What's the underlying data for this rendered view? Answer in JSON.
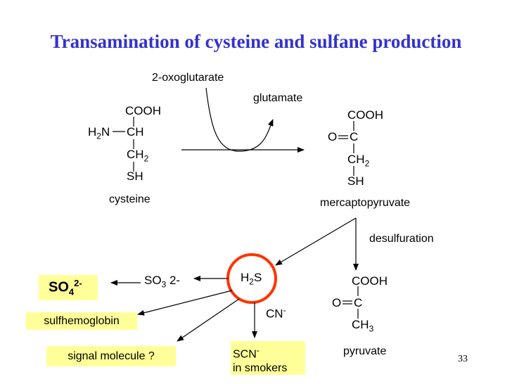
{
  "title": "Transamination of cysteine and sulfane production",
  "reagents": {
    "oxoglutarate": "2-oxoglutarate",
    "glutamate": "glutamate"
  },
  "cysteine": {
    "cooh": "COOH",
    "h2n_h": "H",
    "h2n_2": "2",
    "h2n_n": "N",
    "ch": "CH",
    "ch2_c": "CH",
    "ch2_2": "2",
    "sh": "SH",
    "name": "cysteine"
  },
  "mercaptopyruvate": {
    "cooh": "COOH",
    "o": "O",
    "c": "C",
    "ch2_c": "CH",
    "ch2_2": "2",
    "sh": "SH",
    "name": "mercaptopyruvate"
  },
  "desulfuration": "desulfuration",
  "h2s": {
    "h": "H",
    "sub": "2",
    "s": "S"
  },
  "so3": {
    "base": "SO",
    "sub": "3",
    "charge": " 2-"
  },
  "so4": {
    "base": "SO",
    "sub": "4",
    "sup": "2-"
  },
  "cn": {
    "base": "CN",
    "sup": "-"
  },
  "pyruvate": {
    "cooh": "COOH",
    "o": "O",
    "c": "C",
    "ch3_c": "CH",
    "ch3_3": "3",
    "name": "pyruvate"
  },
  "boxes": {
    "sulfhemoglobin": "sulfhemoglobin",
    "signal": "signal molecule ?",
    "scn_base": "SCN",
    "scn_sup": "-",
    "scn_line2": "in smokers"
  },
  "page_number": "33",
  "colors": {
    "title": "#3333cc",
    "highlight_box": "#ffff99",
    "circle": "#ff3300"
  }
}
